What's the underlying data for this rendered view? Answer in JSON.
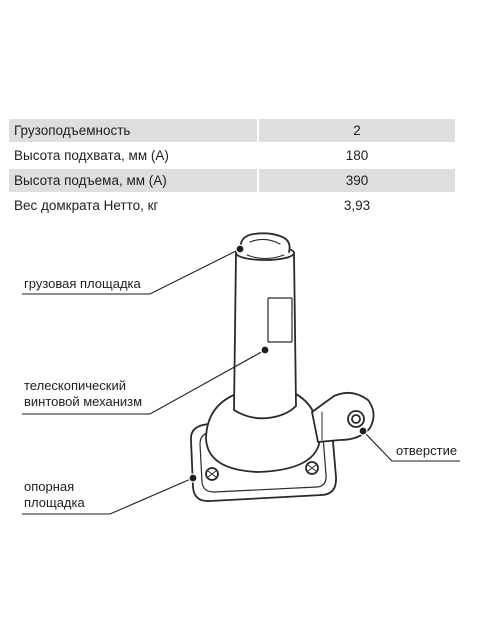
{
  "spec_table": {
    "rows": [
      {
        "name": "Грузоподъемность",
        "value": "2"
      },
      {
        "name": "Высота подхвата, мм (А)",
        "value": "180"
      },
      {
        "name": "Высота подъема, мм (А)",
        "value": "390"
      },
      {
        "name": "Вес домкрата Нетто, кг",
        "value": "3,93"
      }
    ]
  },
  "callouts": {
    "load_platform": "грузовая площадка",
    "screw_mechanism_line1": "телескопический",
    "screw_mechanism_line2": "винтовой механизм",
    "base_line1": "опорная",
    "base_line2": "площадка",
    "hole": "отверстие"
  }
}
